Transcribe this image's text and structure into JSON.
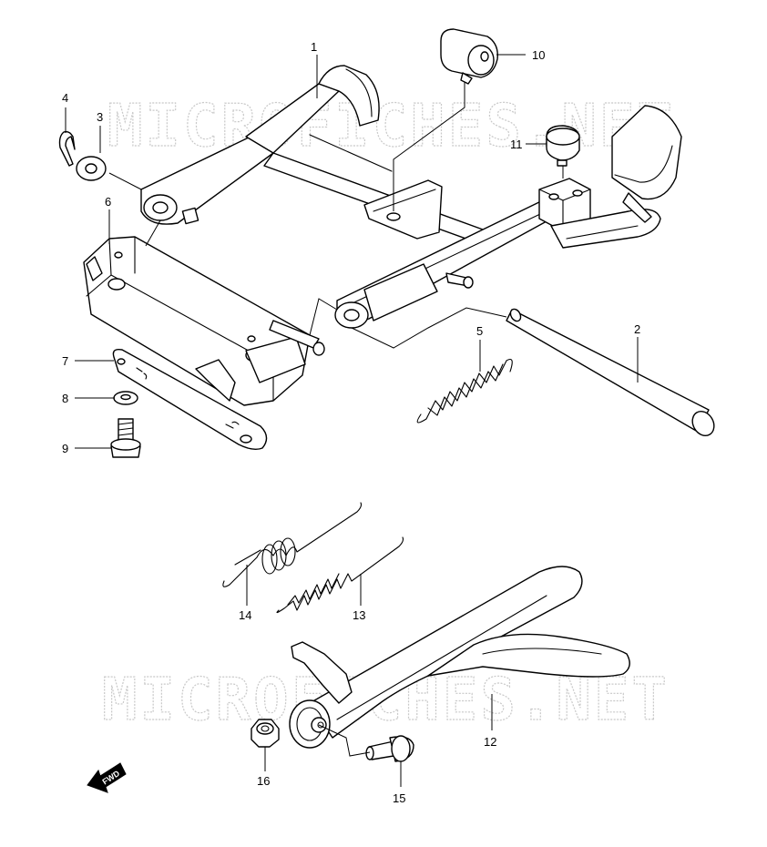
{
  "watermarks": [
    "MICROFICHES.NET",
    "MICROFICHES.NET"
  ],
  "fwd_label": "FWD",
  "callouts": [
    {
      "id": "c1",
      "label": "1"
    },
    {
      "id": "c2",
      "label": "2"
    },
    {
      "id": "c3",
      "label": "3"
    },
    {
      "id": "c4",
      "label": "4"
    },
    {
      "id": "c5",
      "label": "5"
    },
    {
      "id": "c6",
      "label": "6"
    },
    {
      "id": "c7",
      "label": "7"
    },
    {
      "id": "c8",
      "label": "8"
    },
    {
      "id": "c9",
      "label": "9"
    },
    {
      "id": "c10",
      "label": "10"
    },
    {
      "id": "c11",
      "label": "11"
    },
    {
      "id": "c12",
      "label": "12"
    },
    {
      "id": "c13",
      "label": "13"
    },
    {
      "id": "c14",
      "label": "14"
    },
    {
      "id": "c15",
      "label": "15"
    },
    {
      "id": "c16",
      "label": "16"
    }
  ]
}
